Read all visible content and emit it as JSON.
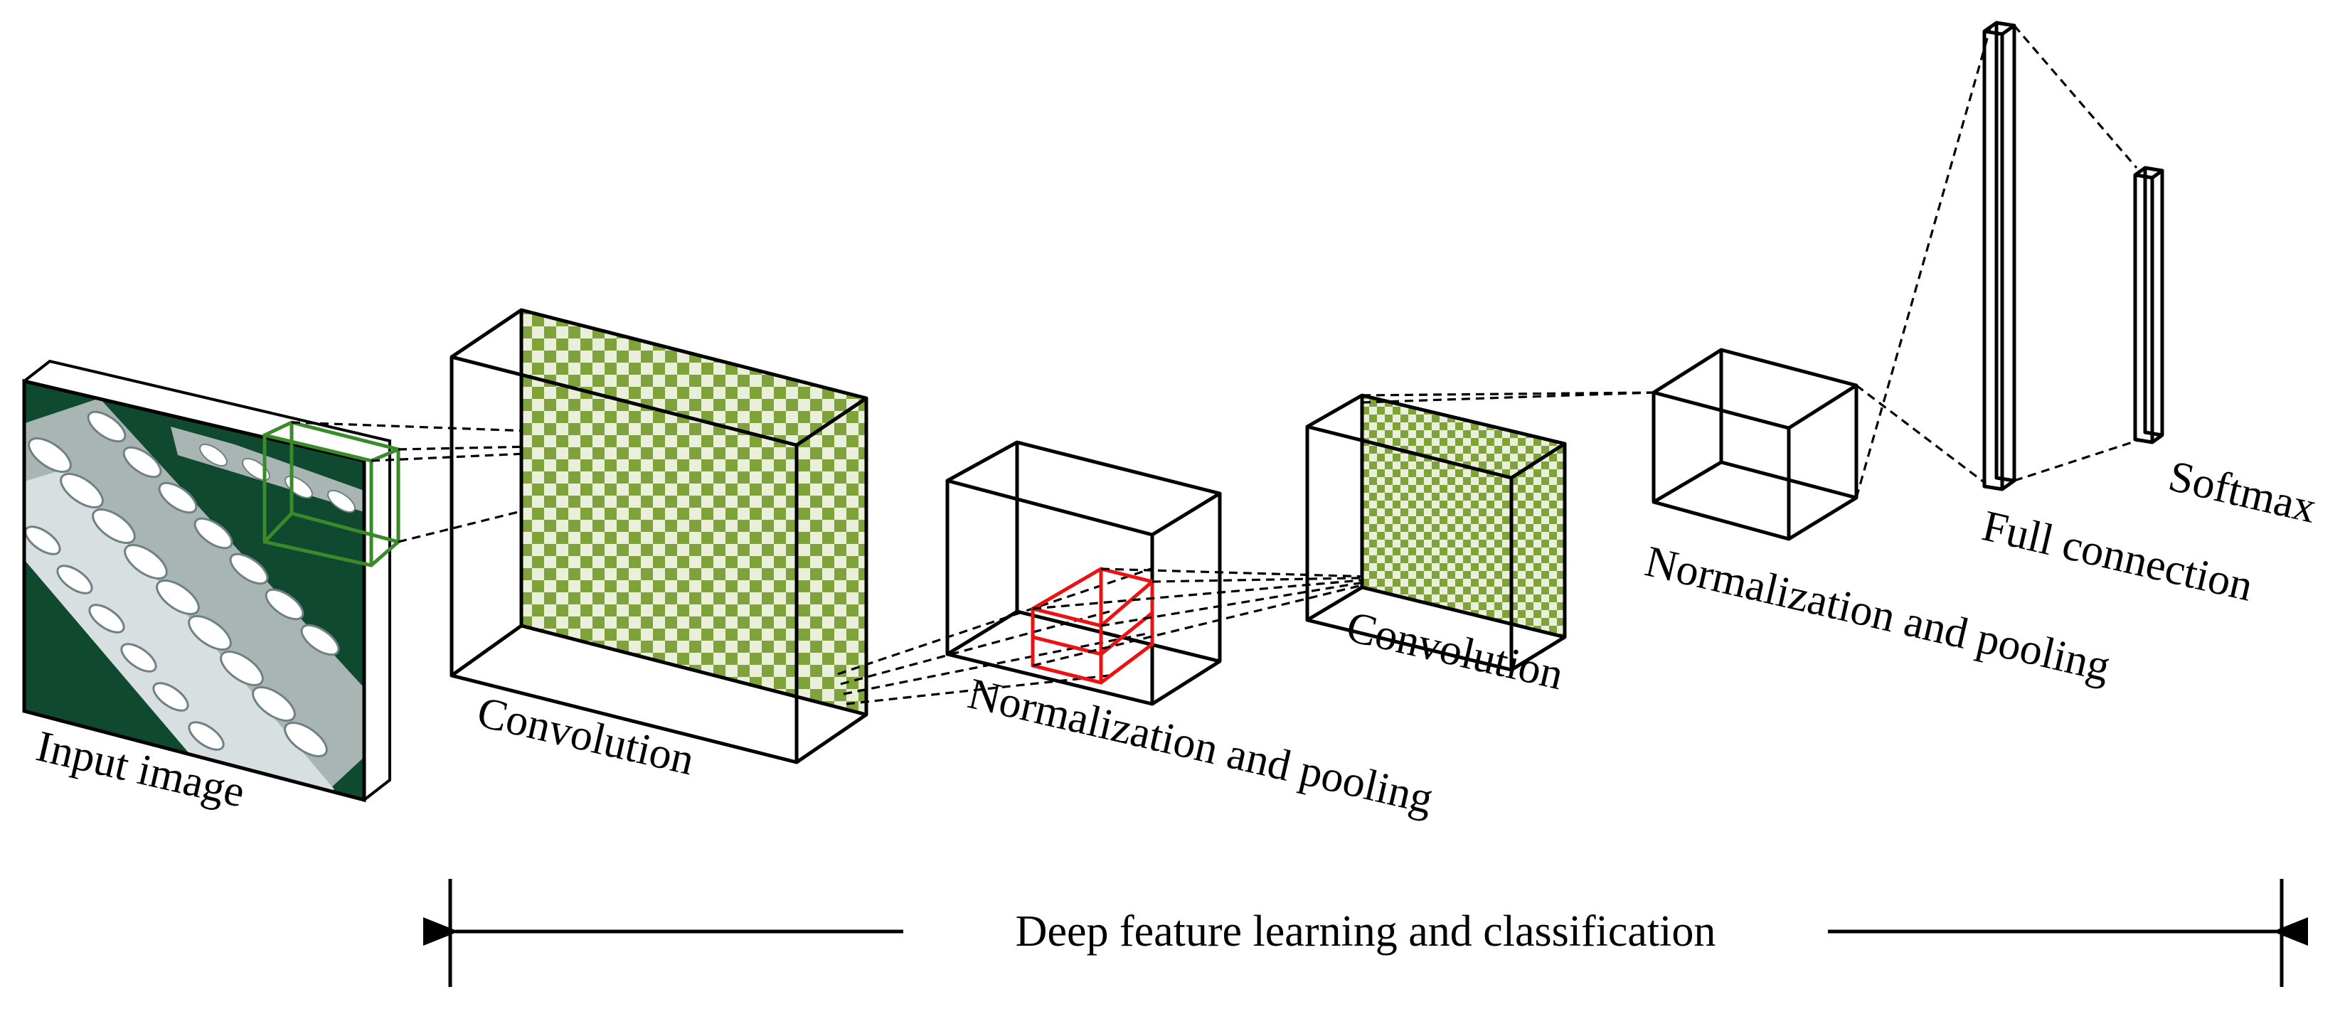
{
  "labels": {
    "input": "Input image",
    "conv1": "Convolution",
    "pool1": "Normalization and pooling",
    "conv2": "Convolution",
    "pool2": "Normalization and pooling",
    "fc": "Full connection",
    "softmax": "Softmax",
    "span": "Deep feature learning and classification"
  },
  "colors": {
    "water": "#0f4a30",
    "checker_green": "#7fa33a",
    "checker_light": "#e9efd9",
    "filter_green": "#3a8a2a",
    "filter_red": "#ee1111",
    "line": "#000000"
  }
}
